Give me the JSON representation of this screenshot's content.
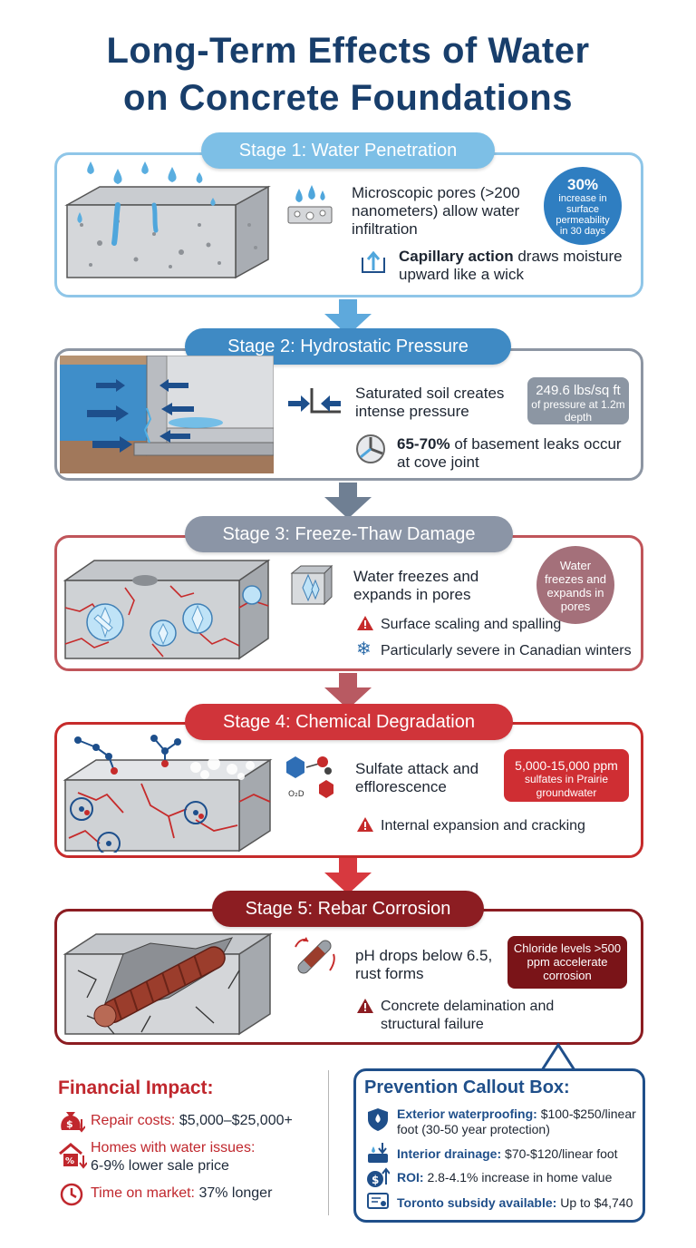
{
  "title": {
    "line1": "Long-Term Effects of Water",
    "line2": "on Concrete Foundations"
  },
  "stages": [
    {
      "label": "Stage 1: Water Penetration",
      "color": "#6fb7e3",
      "point1": "Microscopic pores (>200 nanometers) allow water infiltration",
      "point2_bold": "Capillary action",
      "point2_rest": " draws moisture upward like a wick",
      "badge_big": "30%",
      "badge_small": "increase in surface permeability in 30 days"
    },
    {
      "label": "Stage 2: Hydrostatic Pressure",
      "color": "#4f95c8",
      "point1": "Saturated soil creates intense pressure",
      "point2_bold": "65-70%",
      "point2_rest": " of basement leaks occur at cove joint",
      "badge_big": "249.6 lbs/sq ft",
      "badge_small": "of pressure at 1.2m depth"
    },
    {
      "label": "Stage 3: Freeze-Thaw Damage",
      "color": "#8b95a6",
      "point1": "Water freezes and expands in pores",
      "point2": "Surface scaling and spalling",
      "point3": "Particularly severe in Canadian winters",
      "badge": "Water freezes and expands in pores"
    },
    {
      "label": "Stage 4: Chemical Degradation",
      "color": "#d0343a",
      "point1": "Sulfate attack and efflorescence",
      "point2": "Internal expansion and cracking",
      "badge_big": "5,000-15,000 ppm",
      "badge_small": "sulfates in Prairie groundwater"
    },
    {
      "label": "Stage 5: Rebar Corrosion",
      "color": "#8c1d22",
      "point1": "pH drops below 6.5, rust forms",
      "point2": "Concrete delamination and structural failure",
      "badge": "Chloride levels >500 ppm accelerate corrosion"
    }
  ],
  "financial": {
    "title": "Financial Impact:",
    "rows": [
      {
        "label": "Repair costs:",
        "value": "$5,000–$25,000+"
      },
      {
        "label": "Homes with water issues:",
        "value": "6-9% lower sale price"
      },
      {
        "label": "Time on market:",
        "value": "37% longer"
      }
    ]
  },
  "prevention": {
    "title": "Prevention Callout Box:",
    "rows": [
      {
        "label": "Exterior waterproofing:",
        "value": "$100-$250/linear foot (30-50 year protection)"
      },
      {
        "label": "Interior drainage:",
        "value": "$70-$120/linear foot"
      },
      {
        "label": "ROI:",
        "value": "2.8-4.1% increase in home value"
      },
      {
        "label": "Toronto subsidy available:",
        "value": "Up to $4,740"
      }
    ]
  },
  "colors": {
    "navy": "#183e6b",
    "red": "#c0272d",
    "blue": "#1f4f8a"
  }
}
